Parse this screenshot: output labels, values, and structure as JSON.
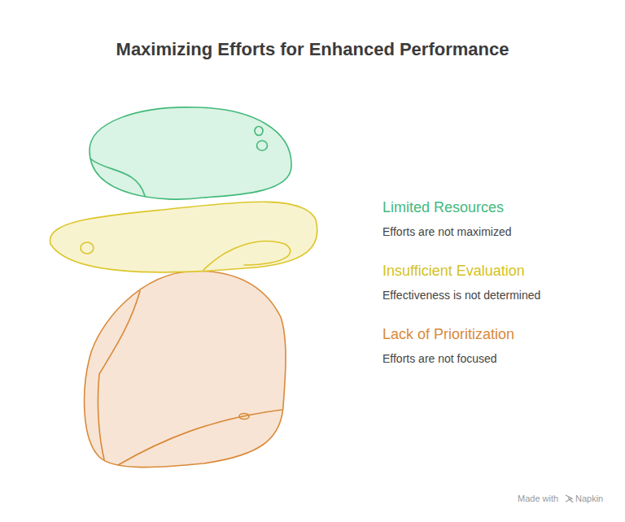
{
  "diagram": {
    "title": "Maximizing Efforts for Enhanced Performance",
    "nodes": [
      {
        "text": [
          "Limited Resources",
          "Efforts are not maximized"
        ]
      },
      {
        "text": [
          "Insufficient Evaluation",
          "Effectiveness is not determined"
        ]
      },
      {
        "text": [
          "Lack of Prioritization",
          "Efforts are not focused"
        ]
      }
    ],
    "labels": [
      "Made with",
      "Napkin"
    ]
  }
}
